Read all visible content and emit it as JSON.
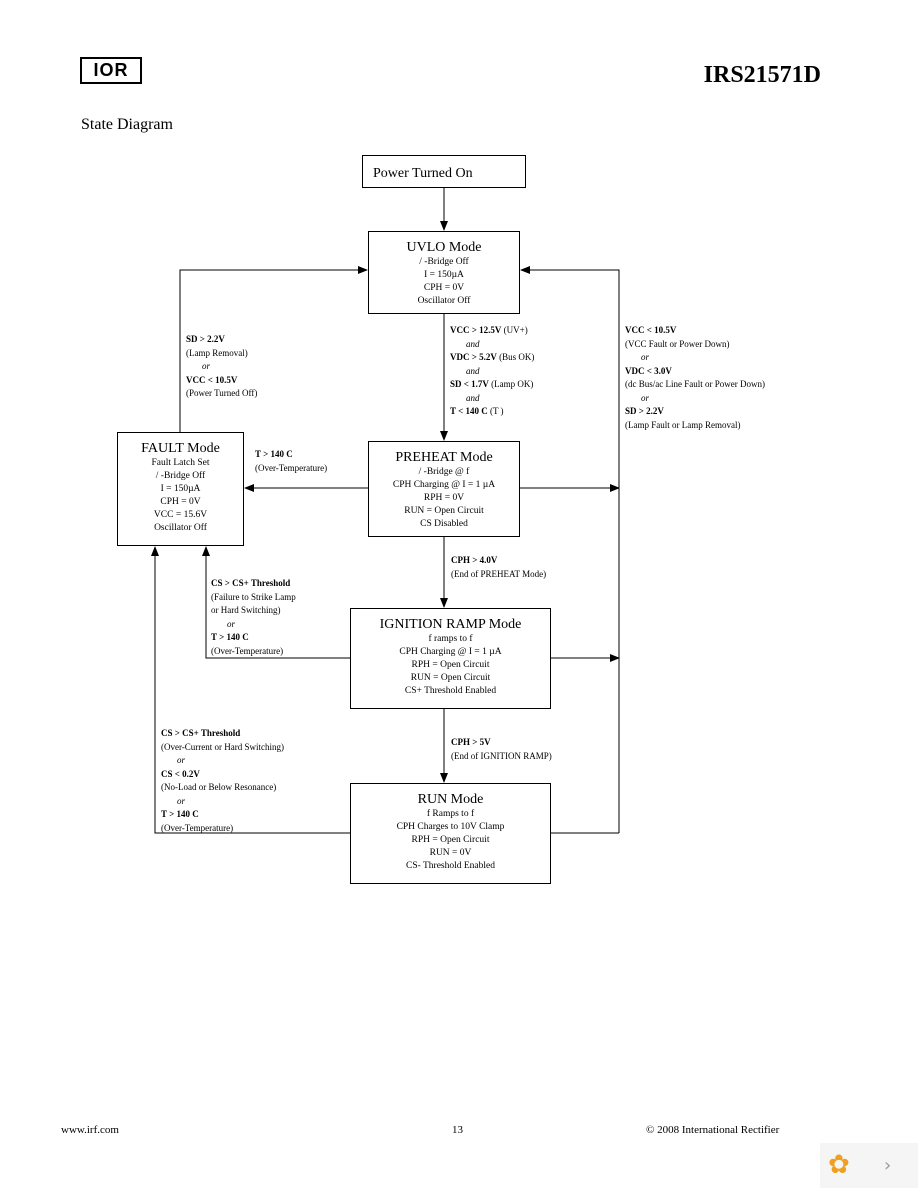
{
  "header": {
    "logo": "IOR",
    "part_number": "IRS21571D",
    "section_title": "State Diagram"
  },
  "boxes": {
    "power_on": {
      "title": "Power Turned On"
    },
    "uvlo": {
      "title": "UVLO Mode",
      "lines": [
        "/ -Bridge Off",
        "I        = 150µA",
        "CPH = 0V",
        "Oscillator Off"
      ]
    },
    "preheat": {
      "title": "PREHEAT Mode",
      "lines": [
        "/ -Bridge @ f",
        "CPH Charging @ I        = 1  µA",
        "RPH = 0V",
        "RUN = Open Circuit",
        "CS Disabled"
      ]
    },
    "fault": {
      "title": "FAULT Mode",
      "lines": [
        "Fault Latch Set",
        "/ -Bridge Off",
        "I        = 150µA",
        "CPH = 0V",
        "VCC = 15.6V",
        "Oscillator Off"
      ]
    },
    "ignition": {
      "title": "IGNITION RAMP Mode",
      "lines": [
        "f       ramps to f",
        "CPH Charging @ I        = 1  µA",
        "RPH = Open Circuit",
        "RUN = Open Circuit",
        "CS+ Threshold Enabled"
      ]
    },
    "run": {
      "title": "RUN Mode",
      "lines": [
        "f       Ramps to f",
        "CPH Charges to 10V Clamp",
        "RPH = Open Circuit",
        "RUN = 0V",
        "CS- Threshold Enabled"
      ]
    }
  },
  "conditions": {
    "uvlo_to_preheat": {
      "l1": "VCC > 12.5V",
      "l1b": " (UV+)",
      "l2": "and",
      "l3": "VDC > 5.2V",
      "l3b": " (Bus OK)",
      "l4": "and",
      "l5": "SD < 1.7V",
      "l5b": " (Lamp OK)",
      "l6": "and",
      "l7": "T  < 140 C",
      "l7b": " (T      )"
    },
    "fault_to_uvlo": {
      "l1": "SD > 2.2V",
      "l2": "(Lamp Removal)",
      "l3": "or",
      "l4": "VCC < 10.5V",
      "l5": "(Power Turned Off)"
    },
    "preheat_to_fault": {
      "l1": "T  > 140 C",
      "l2": "(Over-Temperature)"
    },
    "right_to_uvlo": {
      "l1": "VCC < 10.5V",
      "l2": "(VCC Fault or Power Down)",
      "l3": "or",
      "l4": "VDC < 3.0V",
      "l5": "(dc Bus/ac Line Fault or Power Down)",
      "l6": "or",
      "l7": "SD > 2.2V",
      "l8": "(Lamp Fault or Lamp Removal)"
    },
    "preheat_to_ignition": {
      "l1": "CPH > 4.0V",
      "l2": "(End of PREHEAT Mode)"
    },
    "ignition_to_fault": {
      "l1": "CS > CS+ Threshold",
      "l2": "(Failure to Strike Lamp",
      "l3": "or Hard Switching)",
      "l4": "or",
      "l5": "T  > 140 C",
      "l6": "(Over-Temperature)"
    },
    "ignition_to_run": {
      "l1": "CPH > 5V",
      "l2": "(End of IGNITION RAMP)"
    },
    "run_to_fault": {
      "l1": "CS > CS+ Threshold",
      "l2": "(Over-Current or Hard Switching)",
      "l3": "or",
      "l4": "CS < 0.2V",
      "l5": "(No-Load or Below Resonance)",
      "l6": "or",
      "l7": "T  > 140 C",
      "l8": "(Over-Temperature)"
    }
  },
  "footer": {
    "website": "www.irf.com",
    "page": "13",
    "copyright": "© 2008 International Rectifier"
  },
  "viewer": {
    "logo_icon": "leaf-logo-icon",
    "next_icon": "chevron-right-icon",
    "next_glyph": "›"
  }
}
